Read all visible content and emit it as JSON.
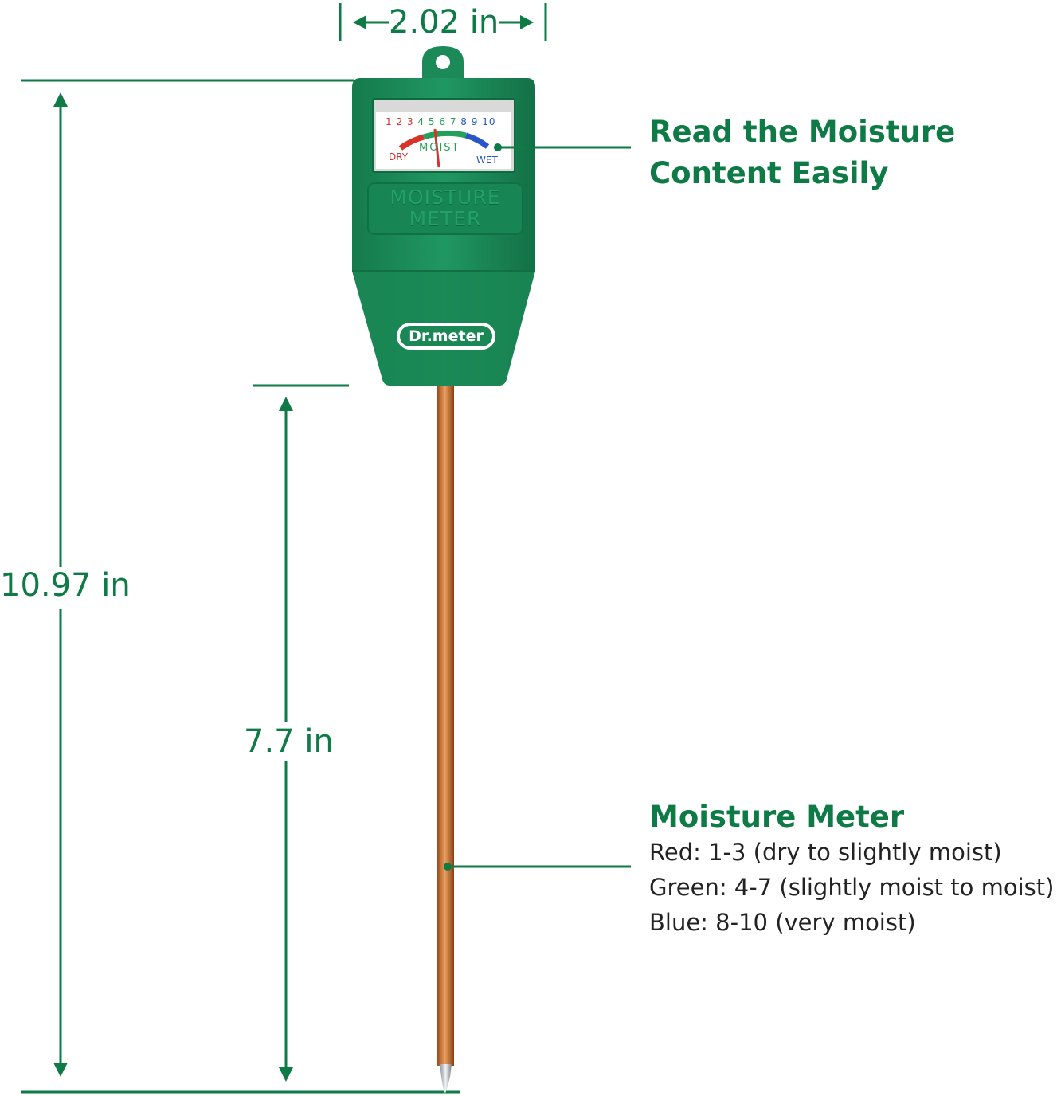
{
  "colors": {
    "accent_green": "#0e7a45",
    "device_green": "#1b8c5a",
    "probe_copper": "#c46a2c",
    "scale_red": "#d9322a",
    "scale_green": "#25a05a",
    "scale_blue": "#2855c8"
  },
  "dimensions": {
    "width": "2.02 in",
    "total_height": "10.97 in",
    "probe_length": "7.7 in"
  },
  "device": {
    "label_line1": "MOISTURE",
    "label_line2": "METER",
    "brand": "Dr.meter",
    "gauge": {
      "dry": "DRY",
      "moist": "MOIST",
      "wet": "WET",
      "ticks": [
        "1",
        "2",
        "3",
        "4",
        "5",
        "6",
        "7",
        "8",
        "9",
        "10"
      ]
    }
  },
  "callouts": {
    "read": {
      "line1": "Read the Moisture",
      "line2": "Content Easily"
    },
    "meter": {
      "title": "Moisture Meter",
      "lines": [
        "Red: 1-3 (dry to slightly moist)",
        "Green: 4-7 (slightly moist to moist)",
        "Blue: 8-10 (very moist)"
      ]
    }
  }
}
